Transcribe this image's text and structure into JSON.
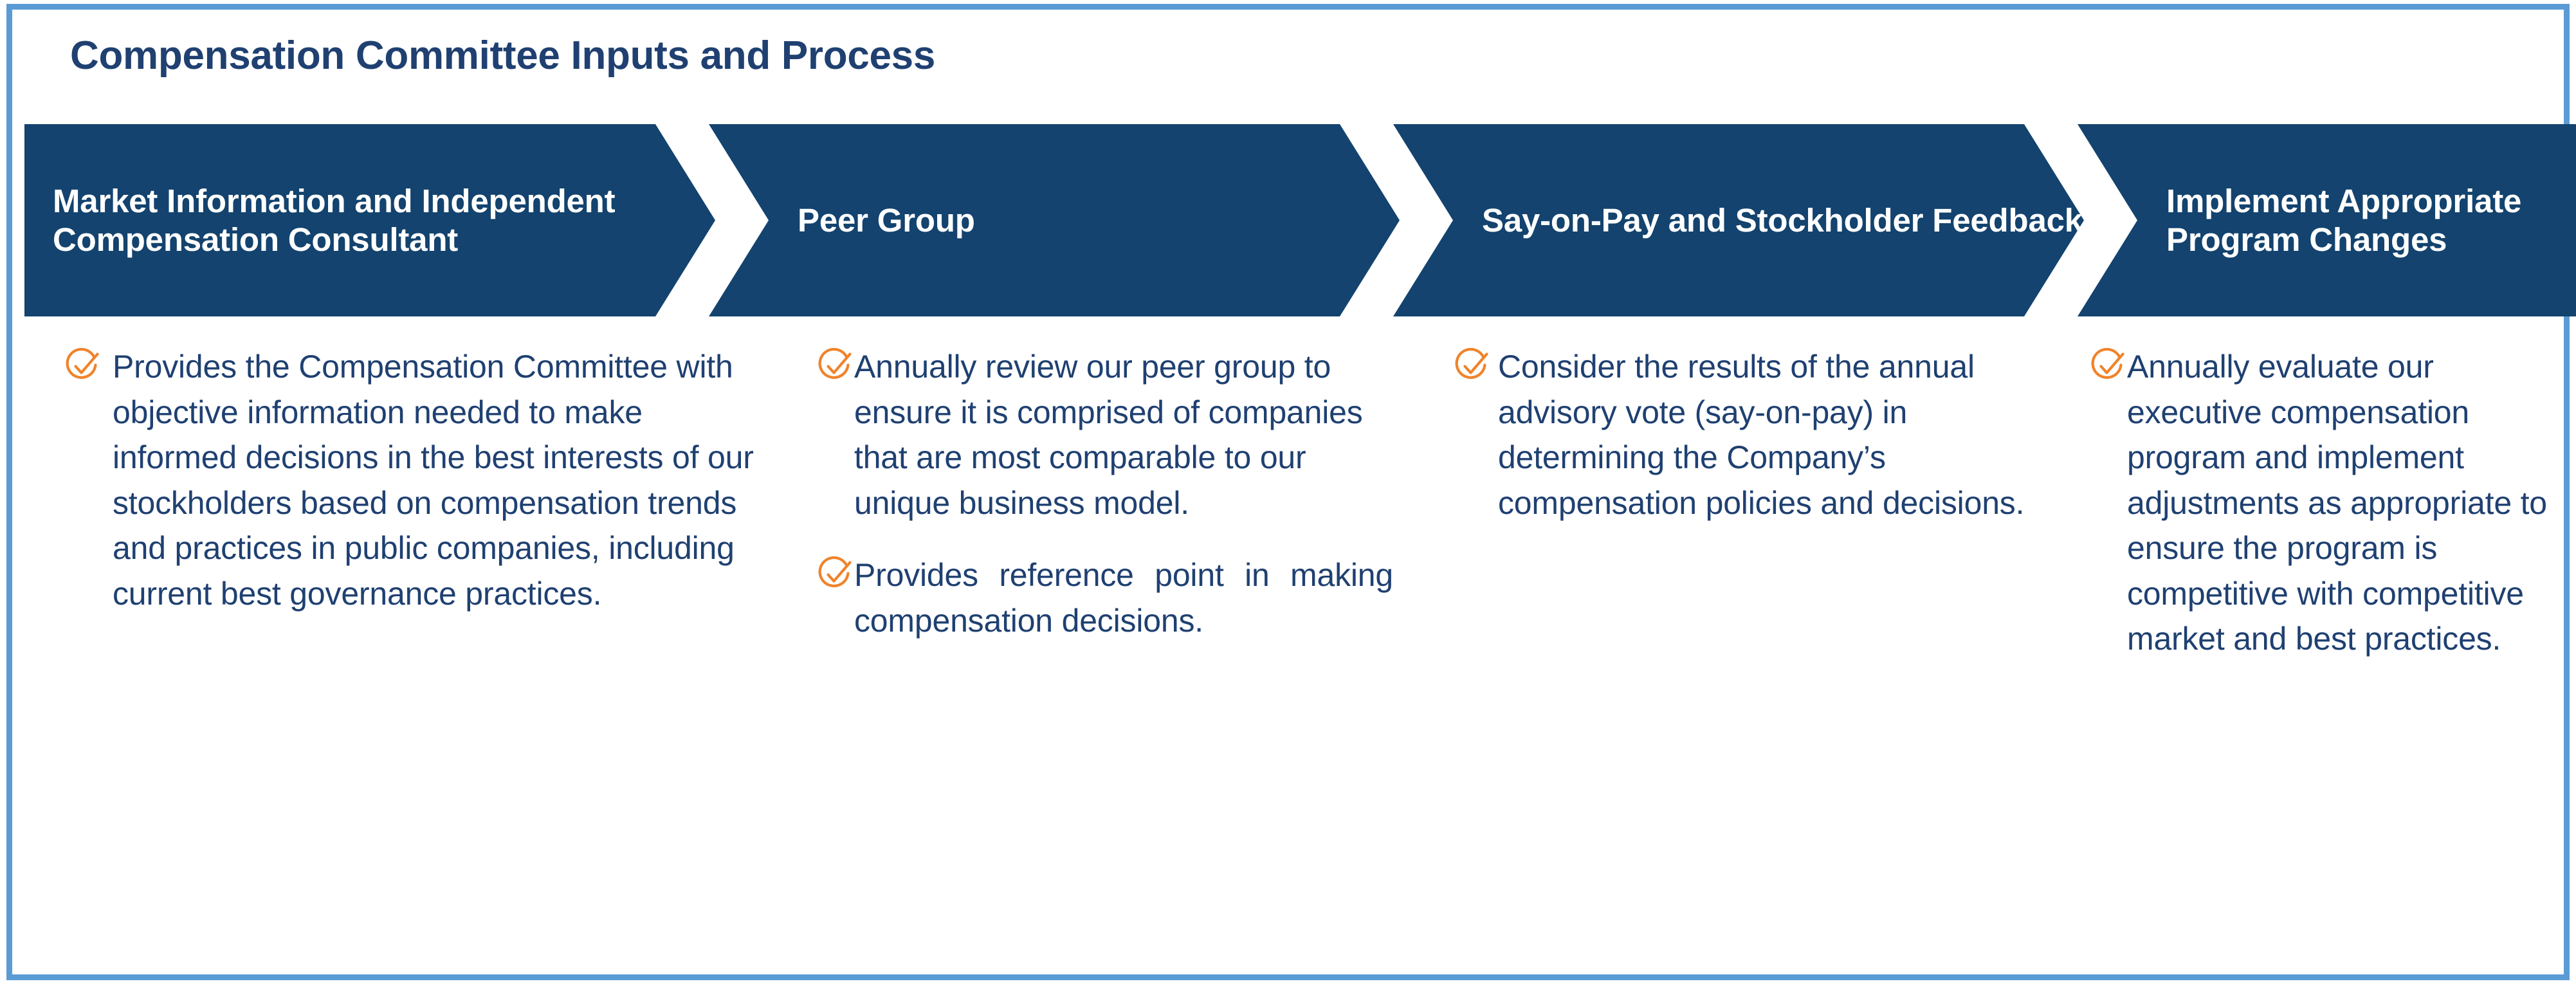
{
  "page": {
    "title": "Compensation Committee Inputs and Process",
    "frame_color": "#5B9BD5",
    "chevron_color": "#13436E",
    "text_color": "#1F4071",
    "accent_color": "#F0832B"
  },
  "process": {
    "steps": [
      {
        "label": "Market Information and Independent Compensation Consultant",
        "bullets": [
          {
            "icon": "check-circle-icon",
            "text": "Provides the Compensation Committee with objective information needed to make informed decisions in the best interests of our stockholders based on compensation trends and practices in public companies, including current best governance practices.",
            "justified": false
          }
        ]
      },
      {
        "label": "Peer Group",
        "bullets": [
          {
            "icon": "check-circle-icon",
            "text": "Annually review our peer group to ensure it is comprised of companies that are most comparable to our unique business model.",
            "justified": false
          },
          {
            "icon": "check-circle-icon",
            "text": "Provides reference point in making compensation decisions.",
            "justified": true
          }
        ]
      },
      {
        "label": "Say-on-Pay and Stockholder Feedback",
        "bullets": [
          {
            "icon": "check-circle-icon",
            "text": "Consider the results of the annual advisory vote (say-on-pay) in determining the Company’s compensation policies and decisions.",
            "justified": false
          }
        ]
      },
      {
        "label": "Implement Appropriate Program Changes",
        "bullets": [
          {
            "icon": "check-circle-icon",
            "text": "Annually evaluate our executive compensation program and implement adjustments as appropriate to ensure the program is competitive with competitive market and best practices.",
            "justified": false
          }
        ]
      }
    ]
  }
}
